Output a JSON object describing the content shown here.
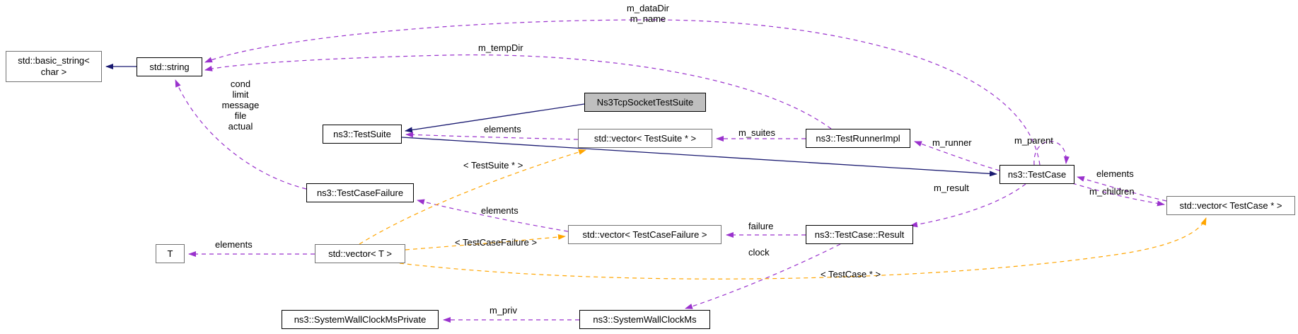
{
  "colors": {
    "inheritance_edge": "#191970",
    "member_edge": "#9a32cd",
    "template_edge": "#ffa500",
    "node_background": "#ffffff",
    "node_border": "#000000",
    "node_border_external": "#737373",
    "highlighted_node_background": "#bfbfbf"
  },
  "nodes": [
    {
      "label": "std::basic_string<\nchar >"
    },
    {
      "label": "std::string"
    },
    {
      "label": "Ns3TcpSocketTestSuite"
    },
    {
      "label": "ns3::TestSuite"
    },
    {
      "label": "std::vector< TestSuite * >"
    },
    {
      "label": "ns3::TestRunnerImpl"
    },
    {
      "label": "ns3::TestCase"
    },
    {
      "label": "std::vector< TestCase * >"
    },
    {
      "label": "ns3::TestCaseFailure"
    },
    {
      "label": "std::vector< TestCaseFailure >"
    },
    {
      "label": "ns3::TestCase::Result"
    },
    {
      "label": "T"
    },
    {
      "label": "std::vector< T >"
    },
    {
      "label": "ns3::SystemWallClockMsPrivate"
    },
    {
      "label": "ns3::SystemWallClockMs"
    }
  ],
  "edges": [
    {
      "label": "m_dataDir\nm_name",
      "type": "member",
      "from": "ns3::TestCase",
      "to": "std::string"
    },
    {
      "label": "m_tempDir",
      "type": "member",
      "from": "ns3::TestRunnerImpl",
      "to": "std::string"
    },
    {
      "label": "cond\nlimit\nmessage\nfile\nactual",
      "type": "member",
      "from": "ns3::TestCaseFailure",
      "to": "std::string"
    },
    {
      "label": "elements",
      "type": "member",
      "from": "std::vector< TestSuite * >",
      "to": "ns3::TestSuite"
    },
    {
      "label": "m_suites",
      "type": "member",
      "from": "ns3::TestRunnerImpl",
      "to": "std::vector< TestSuite * >"
    },
    {
      "label": "m_runner",
      "type": "member",
      "from": "ns3::TestCase",
      "to": "ns3::TestRunnerImpl"
    },
    {
      "label": "m_parent",
      "type": "member",
      "from": "ns3::TestCase",
      "to": "ns3::TestCase"
    },
    {
      "label": "elements",
      "type": "member",
      "from": "std::vector< TestCase * >",
      "to": "ns3::TestCase"
    },
    {
      "label": "m_children",
      "type": "member",
      "from": "ns3::TestCase",
      "to": "std::vector< TestCase * >"
    },
    {
      "label": "m_result",
      "type": "member",
      "from": "ns3::TestCase",
      "to": "ns3::TestCase::Result"
    },
    {
      "label": "failure",
      "type": "member",
      "from": "ns3::TestCase::Result",
      "to": "std::vector< TestCaseFailure >"
    },
    {
      "label": "elements",
      "type": "member",
      "from": "std::vector< TestCaseFailure >",
      "to": "ns3::TestCaseFailure"
    },
    {
      "label": "elements",
      "type": "member",
      "from": "std::vector< T >",
      "to": "T"
    },
    {
      "label": "m_priv",
      "type": "member",
      "from": "ns3::SystemWallClockMs",
      "to": "ns3::SystemWallClockMsPrivate"
    },
    {
      "label": "clock",
      "type": "member",
      "from": "ns3::TestCase::Result",
      "to": "ns3::SystemWallClockMs"
    },
    {
      "label": "< TestSuite * >",
      "type": "template-instance",
      "from": "std::vector< T >",
      "to": "std::vector< TestSuite * >"
    },
    {
      "label": "< TestCaseFailure >",
      "type": "template-instance",
      "from": "std::vector< T >",
      "to": "std::vector< TestCaseFailure >"
    },
    {
      "label": "< TestCase * >",
      "type": "template-instance",
      "from": "std::vector< T >",
      "to": "std::vector< TestCase * >"
    },
    {
      "label": "",
      "type": "inheritance",
      "from": "std::string",
      "to": "std::basic_string< char >"
    },
    {
      "label": "",
      "type": "inheritance",
      "from": "Ns3TcpSocketTestSuite",
      "to": "ns3::TestSuite"
    },
    {
      "label": "",
      "type": "inheritance",
      "from": "ns3::TestSuite",
      "to": "ns3::TestCase"
    }
  ]
}
